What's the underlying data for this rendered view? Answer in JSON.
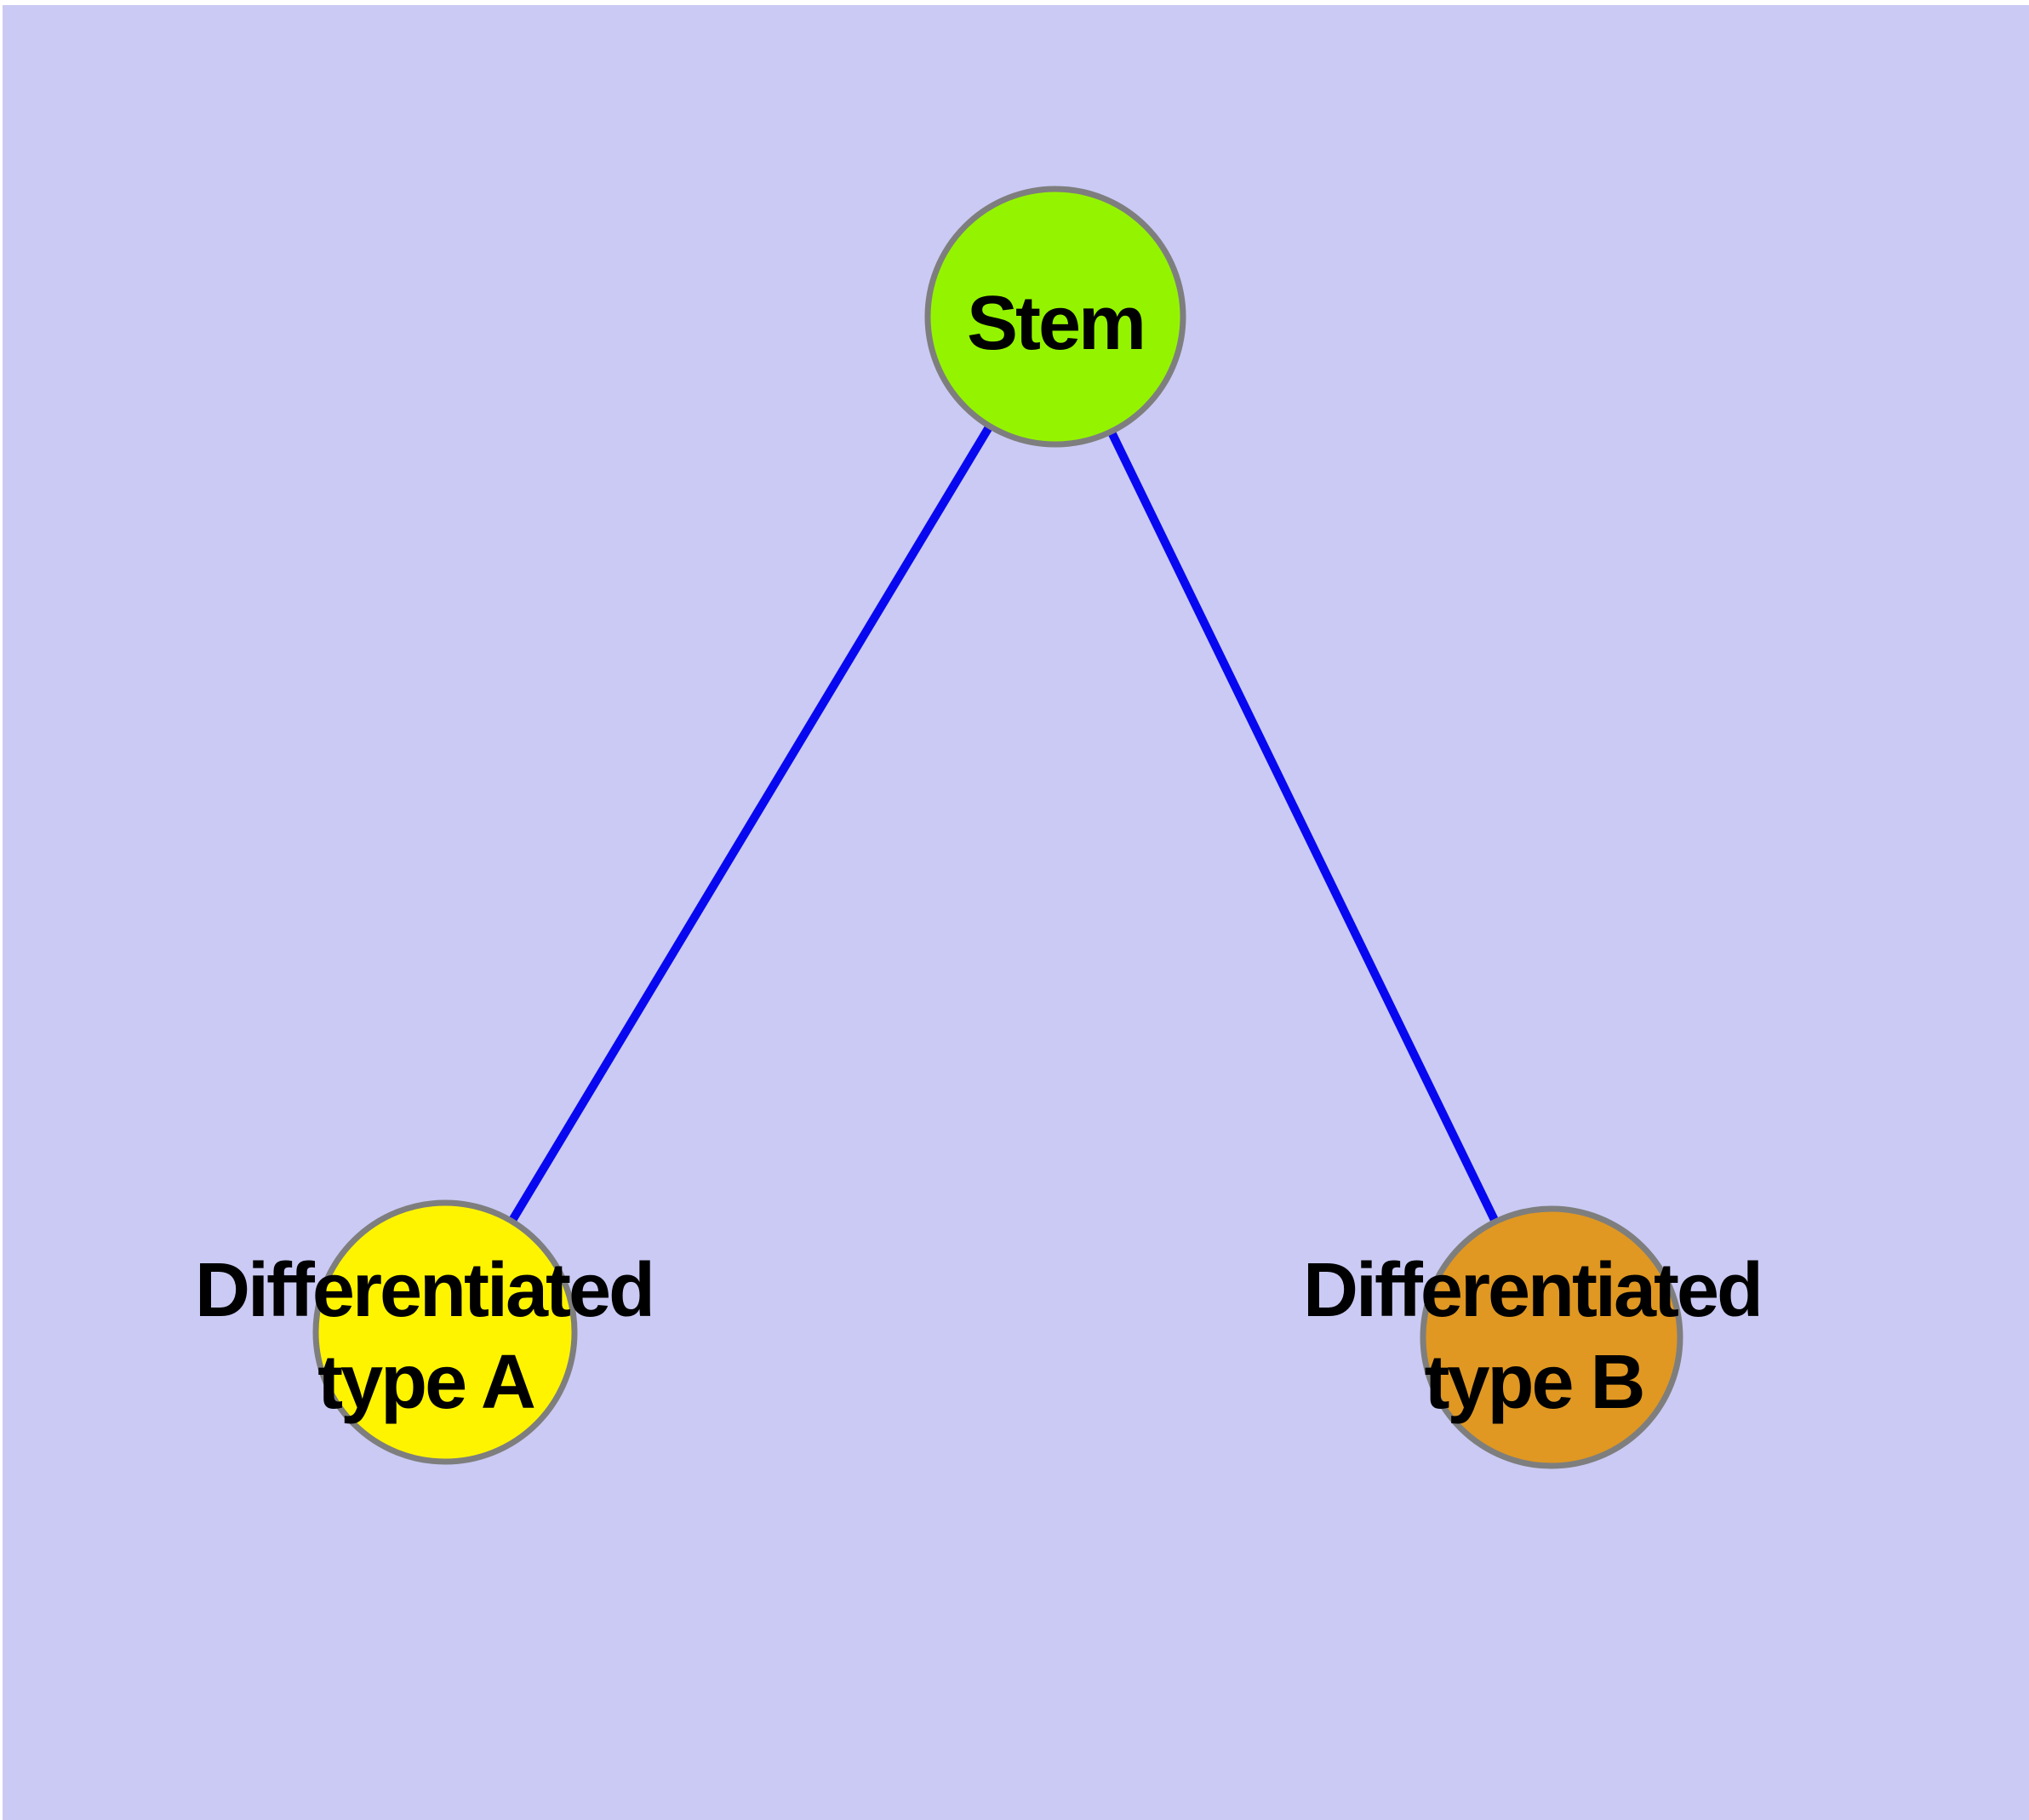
{
  "diagram": {
    "type": "node-link-graph",
    "background_color": "#cacaf4",
    "page_edge_color": "#ffffff",
    "edge_color": "#0808f0",
    "node_border_color": "#7e7e7e",
    "label_color": "#000000",
    "nodes": [
      {
        "id": "stem",
        "label": "Stem",
        "line1": "Stem",
        "line2": "",
        "fill": "#94f400"
      },
      {
        "id": "type-a",
        "label": "Differentiated type A",
        "line1": "Differentiated",
        "line2": "type A",
        "fill": "#fff400"
      },
      {
        "id": "type-b",
        "label": "Differentiated type B",
        "line1": "Differentiated",
        "line2": "type B",
        "fill": "#e09822"
      }
    ],
    "edges": [
      {
        "from": "Stem",
        "to": "Differentiated type A"
      },
      {
        "from": "Stem",
        "to": "Differentiated type B"
      }
    ]
  }
}
